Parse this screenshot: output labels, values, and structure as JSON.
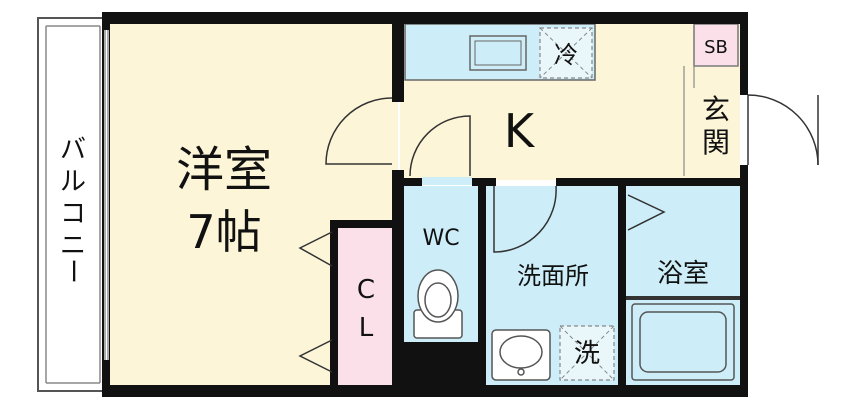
{
  "rooms": {
    "western_room": {
      "name": "洋室",
      "size": "7帖"
    },
    "kitchen": "K",
    "refrigerator": "冷",
    "shoe_box": "SB",
    "entrance": [
      "玄",
      "関"
    ],
    "toilet": "WC",
    "closet": [
      "C",
      "L"
    ],
    "washroom": "洗面所",
    "washer": "洗",
    "bathroom": "浴室"
  },
  "balcony": [
    "バ",
    "ル",
    "コ",
    "ニ",
    "ー"
  ],
  "colors": {
    "wall": "#111111",
    "western_room_floor": "#fdf5d8",
    "kitchen_floor": "#fdf5d8",
    "wet_area_floor": "#cdeef8",
    "closet_floor": "#fbe0ea",
    "entrance_floor": "#fdf5d8",
    "shoe_box": "#fbe0ea"
  }
}
